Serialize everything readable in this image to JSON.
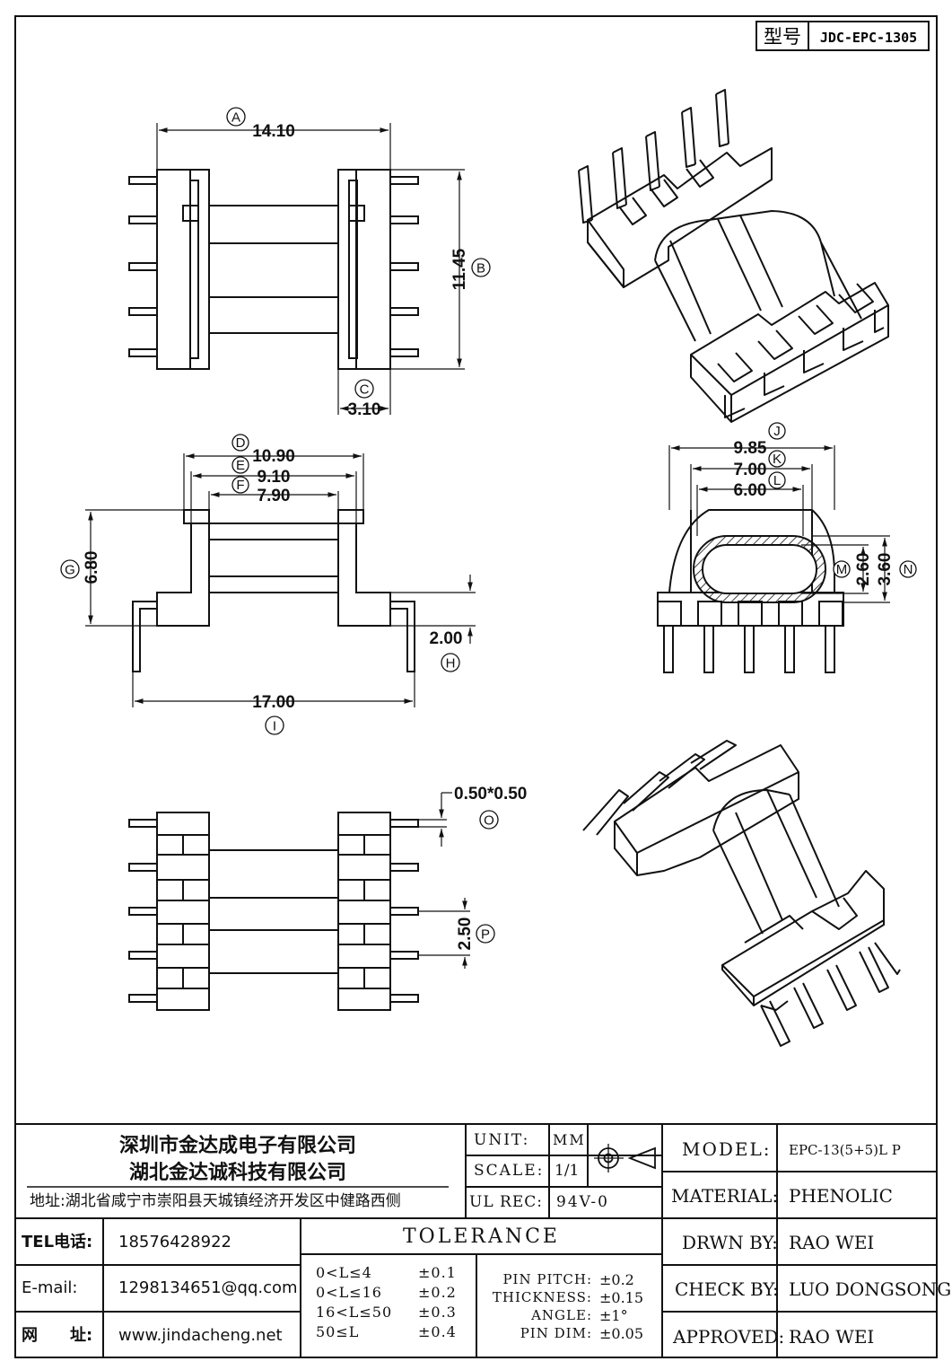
{
  "drawing_number": {
    "label": "型号",
    "value": "JDC-EPC-1305"
  },
  "dimensions": {
    "A": {
      "letter": "A",
      "value": "14.10"
    },
    "B": {
      "letter": "B",
      "value": "11.45"
    },
    "C": {
      "letter": "C",
      "value": "3.10"
    },
    "D": {
      "letter": "D",
      "value": "10.90"
    },
    "E": {
      "letter": "E",
      "value": "9.10"
    },
    "F": {
      "letter": "F",
      "value": "7.90"
    },
    "G": {
      "letter": "G",
      "value": "6.80"
    },
    "H": {
      "letter": "H",
      "value": "2.00"
    },
    "I": {
      "letter": "I",
      "value": "17.00"
    },
    "J": {
      "letter": "J",
      "value": "9.85"
    },
    "K": {
      "letter": "K",
      "value": "7.00"
    },
    "L": {
      "letter": "L",
      "value": "6.00"
    },
    "M": {
      "letter": "M",
      "value": "2.60"
    },
    "N": {
      "letter": "N",
      "value": "3.60"
    },
    "O": {
      "letter": "O",
      "value": "0.50*0.50"
    },
    "P": {
      "letter": "P",
      "value": "2.50"
    }
  },
  "company": {
    "name_1": "深圳市金达成电子有限公司",
    "name_2": "湖北金达诚科技有限公司",
    "address": "地址:湖北省咸宁市崇阳县天城镇经济开发区中健路西侧"
  },
  "contact": {
    "tel_label": "TEL电话:",
    "tel_value": "18576428922",
    "email_label": "E-mail:",
    "email_value": "1298134651@qq.com",
    "web_label_1": "网",
    "web_label_2": "址:",
    "web_value": "www.jindacheng.net"
  },
  "spec": {
    "unit_label": "UNIT:",
    "unit_value": "MM",
    "scale_label": "SCALE:",
    "scale_value": "1/1",
    "ulrec_label": "UL REC:",
    "ulrec_value": "94V-0"
  },
  "tolerance": {
    "title": "TOLERANCE",
    "ranges": [
      {
        "range": "0<L≤4",
        "value": "±0.1"
      },
      {
        "range": "0<L≤16",
        "value": "±0.2"
      },
      {
        "range": "16<L≤50",
        "value": "±0.3"
      },
      {
        "range": "50≤L",
        "value": "±0.4"
      }
    ],
    "pin": [
      {
        "label": "PIN PITCH:",
        "value": "±0.2"
      },
      {
        "label": "THICKNESS:",
        "value": "±0.15"
      },
      {
        "label": "ANGLE:",
        "value": "±1°"
      },
      {
        "label": "PIN DIM:",
        "value": "±0.05"
      }
    ]
  },
  "info": {
    "model_label": "MODEL:",
    "model_value": "EPC-13(5+5)L P",
    "material_label": "MATERIAL:",
    "material_value": "PHENOLIC",
    "drwn_label": "DRWN BY:",
    "drwn_value": "RAO WEI",
    "check_label": "CHECK BY:",
    "check_value": "LUO DONGSONG",
    "approved_label": "APPROVED:",
    "approved_value": "RAO WEI"
  }
}
